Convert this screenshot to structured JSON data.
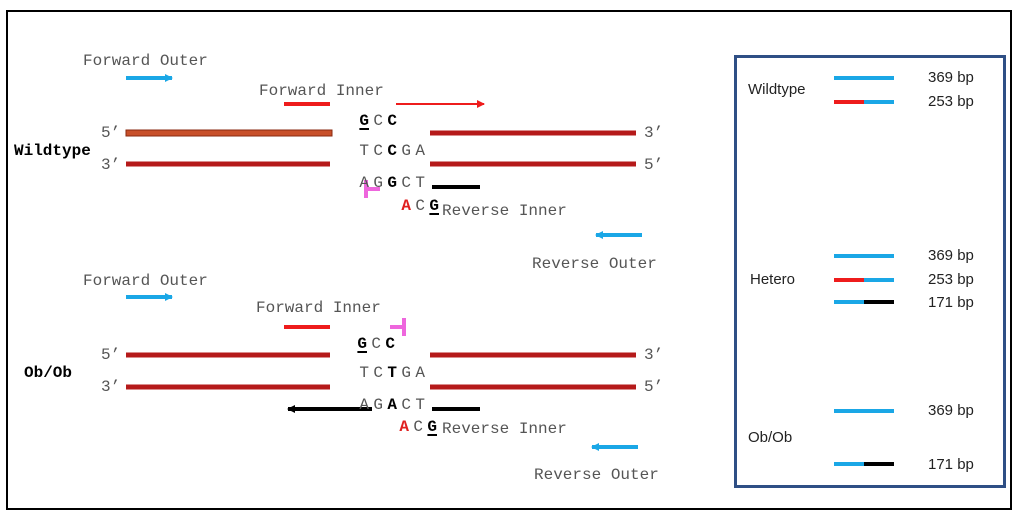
{
  "colors": {
    "outer_primer": "#1aa7e6",
    "forward_inner": "#ee1c1c",
    "reverse_inner": "#000000",
    "mismatch": "#ee66dd",
    "strand": "#b51a1a",
    "strand_5prime_wt": "#c8502a",
    "legend_border": "#2f4f85"
  },
  "wildtype": {
    "label": "Wildtype",
    "forward_outer": "Forward Outer",
    "forward_inner": "Forward Inner",
    "reverse_inner": "Reverse Inner",
    "reverse_outer": "Reverse Outer",
    "top_5": "5’",
    "top_3": "3’",
    "bottom_3": "3’",
    "bottom_5": "5’",
    "fi_seq": [
      "G",
      "C",
      "C"
    ],
    "top_seq": [
      "T",
      "C",
      "C",
      "G",
      "A"
    ],
    "bottom_seq": [
      "A",
      "G",
      "G",
      "C",
      "T"
    ],
    "ri_seq": [
      "A",
      "C",
      "G"
    ]
  },
  "obob": {
    "label": "Ob/Ob",
    "forward_outer": "Forward Outer",
    "forward_inner": "Forward Inner",
    "reverse_inner": "Reverse Inner",
    "reverse_outer": "Reverse Outer",
    "top_5": "5’",
    "top_3": "3’",
    "bottom_3": "3’",
    "bottom_5": "5’",
    "fi_seq": [
      "G",
      "C",
      "C"
    ],
    "top_seq": [
      "T",
      "C",
      "T",
      "G",
      "A"
    ],
    "bottom_seq": [
      "A",
      "G",
      "A",
      "C",
      "T"
    ],
    "ri_seq": [
      "A",
      "C",
      "G"
    ]
  },
  "legend": {
    "wildtype": {
      "label": "Wildtype",
      "bands": [
        "369 bp",
        "253 bp"
      ]
    },
    "hetero": {
      "label": "Hetero",
      "bands": [
        "369 bp",
        "253 bp",
        "171 bp"
      ]
    },
    "obob": {
      "label": "Ob/Ob",
      "bands": [
        "369 bp",
        "171 bp"
      ]
    }
  }
}
